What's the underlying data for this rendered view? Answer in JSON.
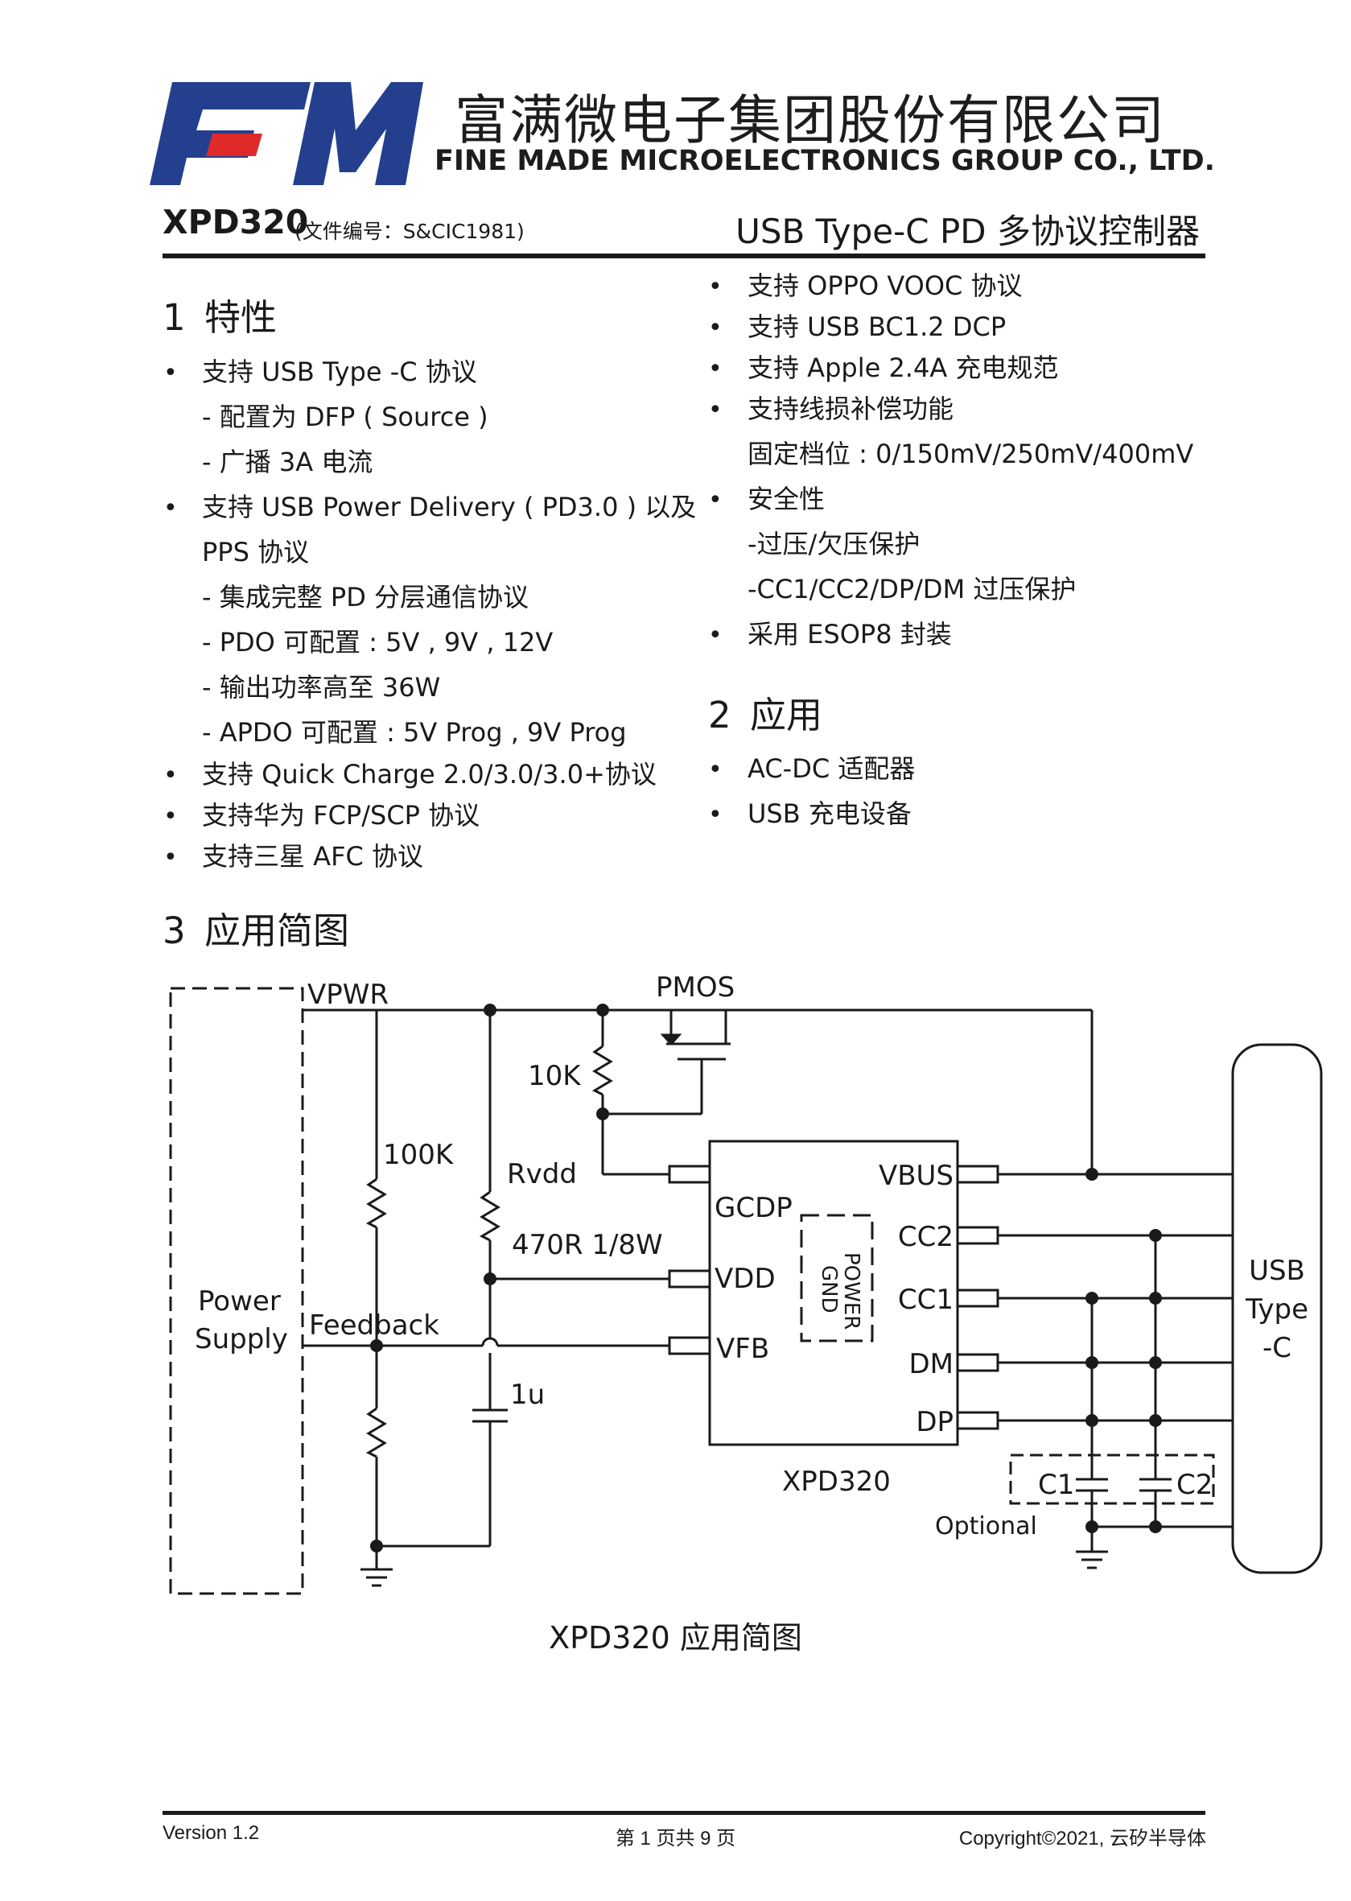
{
  "header": {
    "company_cn": "富满微电子集团股份有限公司",
    "company_en": "FINE MADE MICROELECTRONICS GROUP CO., LTD.",
    "product": "XPD320",
    "doc_number": "(文件编号：S&CIC1981)",
    "doc_title": "USB Type-C PD 多协议控制器",
    "logo_colors": {
      "navy": "#233f8e",
      "red": "#e02a2a"
    }
  },
  "sections": {
    "features": {
      "num": "1",
      "title": "特性"
    },
    "applications": {
      "num": "2",
      "title": "应用"
    },
    "diagram": {
      "num": "3",
      "title": "应用简图"
    }
  },
  "features_left": [
    "支持 USB Type -C  协议",
    "- 配置为 DFP ( Source )",
    "- 广播 3A 电流",
    "支持 USB Power Delivery ( PD3.0 ) 以及",
    "PPS 协议",
    "- 集成完整 PD 分层通信协议",
    "- PDO 可配置 : 5V , 9V , 12V",
    "- 输出功率高至 36W",
    "- APDO 可配置 : 5V Prog , 9V Prog",
    "支持 Quick Charge 2.0/3.0/3.0+协议",
    "支持华为 FCP/SCP 协议",
    "支持三星 AFC 协议"
  ],
  "features_right": [
    "支持 OPPO VOOC 协议",
    "支持 USB BC1.2 DCP",
    "支持 Apple 2.4A 充电规范",
    "支持线损补偿功能",
    "固定档位 : 0/150mV/250mV/400mV",
    "安全性",
    "-过压/欠压保护",
    "-CC1/CC2/DP/DM 过压保护",
    "采用 ESOP8 封装"
  ],
  "applications": [
    "AC-DC 适配器",
    "USB 充电设备"
  ],
  "bullet_char": "•",
  "diagram": {
    "vpwr": "VPWR",
    "pmos": "PMOS",
    "r10k": "10K",
    "r100k": "100K",
    "rvdd": "Rvdd",
    "rvdd_value": "470R 1/8W",
    "feedback": "Feedback",
    "cap": "1u",
    "power_supply_1": "Power",
    "power_supply_2": "Supply",
    "pin_gcdp": "GCDP",
    "pin_vdd": "VDD",
    "pin_vfb": "VFB",
    "pin_vbus": "VBUS",
    "pin_cc2": "CC2",
    "pin_cc1": "CC1",
    "pin_dm": "DM",
    "pin_dp": "DP",
    "power_gnd_1": "POWER",
    "power_gnd_2": "GND",
    "chip": "XPD320",
    "c1": "C1",
    "c2": "C2",
    "optional": "Optional",
    "usb_1": "USB",
    "usb_2": "Type",
    "usb_3": "-C"
  },
  "caption": "XPD320 应用简图",
  "footer": {
    "version": "Version 1.2",
    "page": "第 1 页共 9 页",
    "copyright": "Copyright©2021,  云矽半导体"
  }
}
